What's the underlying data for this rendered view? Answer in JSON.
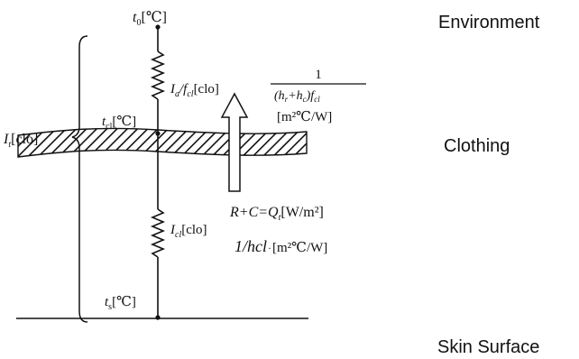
{
  "nodes": {
    "t0": {
      "sym": "t",
      "sub": "0",
      "unit": "[℃]"
    },
    "tcl": {
      "sym": "t",
      "sub": "cl",
      "unit": "[℃]"
    },
    "ts": {
      "sym": "t",
      "sub": "s",
      "unit": "[℃]"
    }
  },
  "resistances": {
    "Ia_over_fcl": {
      "sym": "I",
      "sub": "a",
      "mid": "/f",
      "sub2": "cl",
      "unit": "[clo]"
    },
    "Icl": {
      "sym": "I",
      "sub": "cl",
      "unit": "[clo]"
    },
    "It": {
      "sym": "I",
      "sub": "t",
      "unit": "[clo]"
    }
  },
  "formula": {
    "numerator": "1",
    "den_open": "(h",
    "den_r": "r",
    "den_plus": "+h",
    "den_c": "c",
    "den_close": ")f",
    "den_cl": "cl",
    "unit": "[m²℃/W]"
  },
  "heat_flow": {
    "lhs": "R+C=Q",
    "sub": "t",
    "unit": "[W/m²]"
  },
  "clothing_resistance": {
    "label": "1/hcl",
    "sep": "·",
    "unit": "[m²℃/W]"
  },
  "layers": {
    "environment": "Environment",
    "clothing": "Clothing",
    "skin": "Skin Surface"
  }
}
